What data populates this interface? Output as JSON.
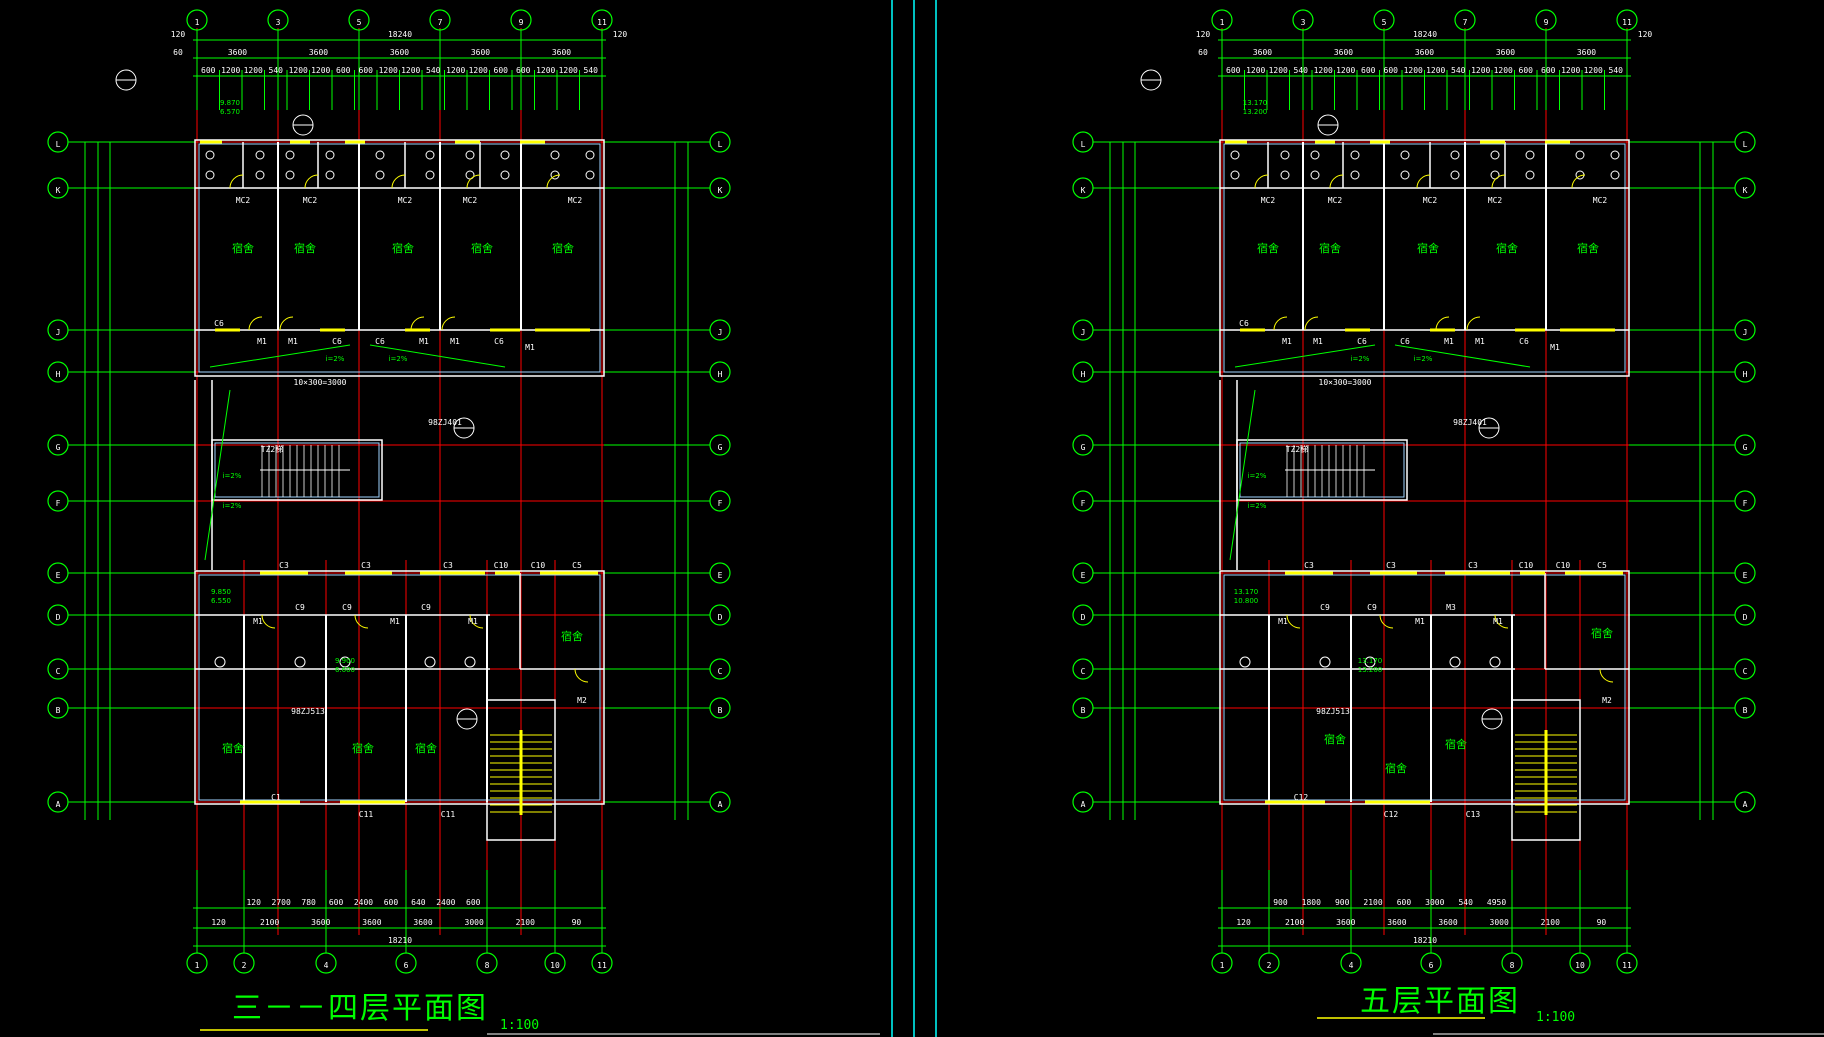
{
  "colors": {
    "background": "#000000",
    "axis": "#ff0000",
    "dimension": "#00ff00",
    "wall": "#ffffff",
    "wall_fill": "#9fd3ff",
    "window": "#ffff00",
    "viewport_border": "#00ffff"
  },
  "plans": [
    {
      "title": "三－－四层平面图",
      "scale": "1:100",
      "top_columns": [
        "1",
        "3",
        "5",
        "7",
        "9",
        "11"
      ],
      "bottom_columns": [
        "1",
        "2",
        "4",
        "6",
        "8",
        "10",
        "11"
      ],
      "rows": [
        "L",
        "K",
        "J",
        "H",
        "G",
        "F",
        "E",
        "D",
        "C",
        "B",
        "A"
      ],
      "top_overall": "18240",
      "top_bays": [
        "3600",
        "3600",
        "3600",
        "3600",
        "3600"
      ],
      "top_sub": [
        "600",
        "1200",
        "1200",
        "540",
        "1200",
        "1200",
        "600",
        "600",
        "1200",
        "1200",
        "540",
        "1200",
        "1200",
        "600",
        "600",
        "1200",
        "1200",
        "540"
      ],
      "top_edges": [
        "120",
        "60",
        "120"
      ],
      "bottom_overall": "18210",
      "bottom_bays": [
        "120",
        "2100",
        "3600",
        "3600",
        "3600",
        "3000",
        "2100",
        "90"
      ],
      "bottom_sub": [
        "120",
        "2700",
        "780",
        "600",
        "2400",
        "600",
        "640",
        "2400",
        "600"
      ],
      "upper_rooms": [
        "宿舍",
        "宿舍",
        "宿舍",
        "宿舍",
        "宿舍"
      ],
      "lower_rooms": [
        "宿舍",
        "宿舍",
        "宿舍",
        "宿舍"
      ],
      "upper_doors": [
        "MC2",
        "MC2",
        "MC2",
        "MC2",
        "MC2"
      ],
      "corridor_labels": [
        "C6",
        "M1",
        "M1",
        "C6",
        "C6",
        "M1",
        "M1",
        "C6",
        "M1"
      ],
      "slopes": [
        "i=2%",
        "i=2%",
        "i=2%",
        "i=2%"
      ],
      "lower_windows": [
        "C3",
        "C3",
        "C3",
        "C10",
        "C10",
        "C5",
        "C1",
        "C11",
        "C11",
        "C9",
        "C9",
        "C9",
        "M1",
        "M1",
        "M1",
        "M2"
      ],
      "elevations": [
        "9.870",
        "6.570",
        "9.900",
        "6.600",
        "9.850",
        "6.550"
      ],
      "stair_notes": [
        "10×300=3000",
        "TZ2梯",
        "98ZJ401",
        "98ZJ513"
      ]
    },
    {
      "title": "五层平面图",
      "scale": "1:100",
      "top_columns": [
        "1",
        "3",
        "5",
        "7",
        "9",
        "11"
      ],
      "bottom_columns": [
        "1",
        "2",
        "4",
        "6",
        "8",
        "10",
        "11"
      ],
      "rows": [
        "L",
        "K",
        "J",
        "H",
        "G",
        "F",
        "E",
        "D",
        "C",
        "B",
        "A"
      ],
      "top_overall": "18240",
      "top_bays": [
        "3600",
        "3600",
        "3600",
        "3600",
        "3600"
      ],
      "top_sub": [
        "600",
        "1200",
        "1200",
        "540",
        "1200",
        "1200",
        "600",
        "600",
        "1200",
        "1200",
        "540",
        "1200",
        "1200",
        "600",
        "600",
        "1200",
        "1200",
        "540"
      ],
      "top_edges": [
        "120",
        "60",
        "120"
      ],
      "bottom_overall": "18210",
      "bottom_bays": [
        "120",
        "2100",
        "3600",
        "3600",
        "3600",
        "3000",
        "2100",
        "90"
      ],
      "bottom_sub": [
        "900",
        "1800",
        "900",
        "2100",
        "600",
        "3000",
        "540",
        "4950"
      ],
      "upper_rooms": [
        "宿舍",
        "宿舍",
        "宿舍",
        "宿舍",
        "宿舍"
      ],
      "lower_rooms": [
        "宿舍",
        "宿舍",
        "宿舍",
        "宿舍"
      ],
      "upper_doors": [
        "MC2",
        "MC2",
        "MC2",
        "MC2",
        "MC2"
      ],
      "corridor_labels": [
        "C6",
        "M1",
        "M1",
        "C6",
        "C6",
        "M1",
        "M1",
        "C6",
        "M1"
      ],
      "slopes": [
        "i=2%",
        "i=2%",
        "i=2%",
        "i=2%"
      ],
      "lower_windows": [
        "C3",
        "C3",
        "C3",
        "C10",
        "C10",
        "C5",
        "C12",
        "C12",
        "C13",
        "C9",
        "C9",
        "M3",
        "M1",
        "M1",
        "M1",
        "M2"
      ],
      "elevations": [
        "13.170",
        "13.200",
        "13.170",
        "13.200",
        "13.170",
        "10.800"
      ],
      "stair_notes": [
        "10×300=3000",
        "TZ2梯",
        "98ZJ401",
        "98ZJ513"
      ]
    }
  ]
}
